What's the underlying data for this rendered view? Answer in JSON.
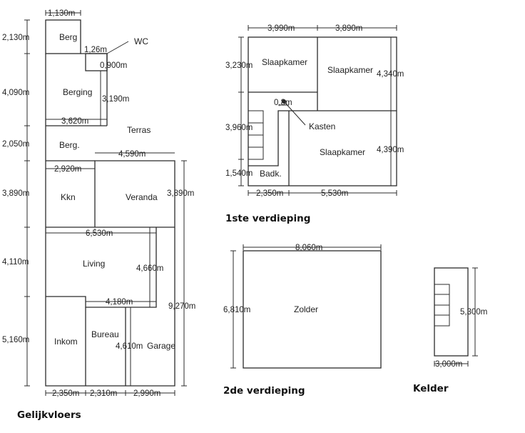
{
  "titles": {
    "ground_floor": "Gelijkvloers",
    "first_floor": "1ste verdieping",
    "second_floor": "2de verdieping",
    "basement": "Kelder"
  },
  "ground_floor": {
    "rooms": {
      "berg_top": "Berg",
      "wc": "WC",
      "berging": "Berging",
      "terras": "Terras",
      "berg_small": "Berg.",
      "kkn": "Kkn",
      "veranda": "Veranda",
      "living": "Living",
      "inkom": "Inkom",
      "bureau": "Bureau",
      "garage": "Garage"
    },
    "dims": {
      "berg_width": "1,130m",
      "berg_height": "2,130m",
      "wc_width": "1,26m",
      "wc_depth": "0,900m",
      "berging_height": "4,090m",
      "berging_inner": "3,190m",
      "berging_width": "3,620m",
      "berg_small_height": "2,050m",
      "veranda_width": "4,590m",
      "kkn_width": "2,920m",
      "kkn_height": "3,890m",
      "veranda_height": "3,890m",
      "living_width": "6,530m",
      "living_height": "4,110m",
      "living_inner": "4,660m",
      "bureau_top": "4,180m",
      "right_total": "9,270m",
      "inkom_height": "5,160m",
      "garage_height": "4,610m",
      "bottom_1": "2,350m",
      "bottom_2": "2,310m",
      "bottom_3": "2,990m"
    }
  },
  "first_floor": {
    "rooms": {
      "slaapkamer_1": "Slaapkamer",
      "slaapkamer_2": "Slaapkamer",
      "slaapkamer_3": "Slaapkamer",
      "kasten": "Kasten",
      "badk": "Badk."
    },
    "dims": {
      "top_left": "3,990m",
      "top_right": "3,890m",
      "left_top": "3,230m",
      "right_top": "4,340m",
      "kasten_width": "0,8m",
      "left_mid": "3,960m",
      "right_bottom": "4,390m",
      "left_bottom": "1,540m",
      "bottom_left": "2,350m",
      "bottom_right": "5,530m"
    }
  },
  "second_floor": {
    "rooms": {
      "zolder": "Zolder"
    },
    "dims": {
      "width": "8,060m",
      "height": "6,810m"
    }
  },
  "basement": {
    "dims": {
      "height": "5,300m",
      "width": "3,000m"
    }
  }
}
